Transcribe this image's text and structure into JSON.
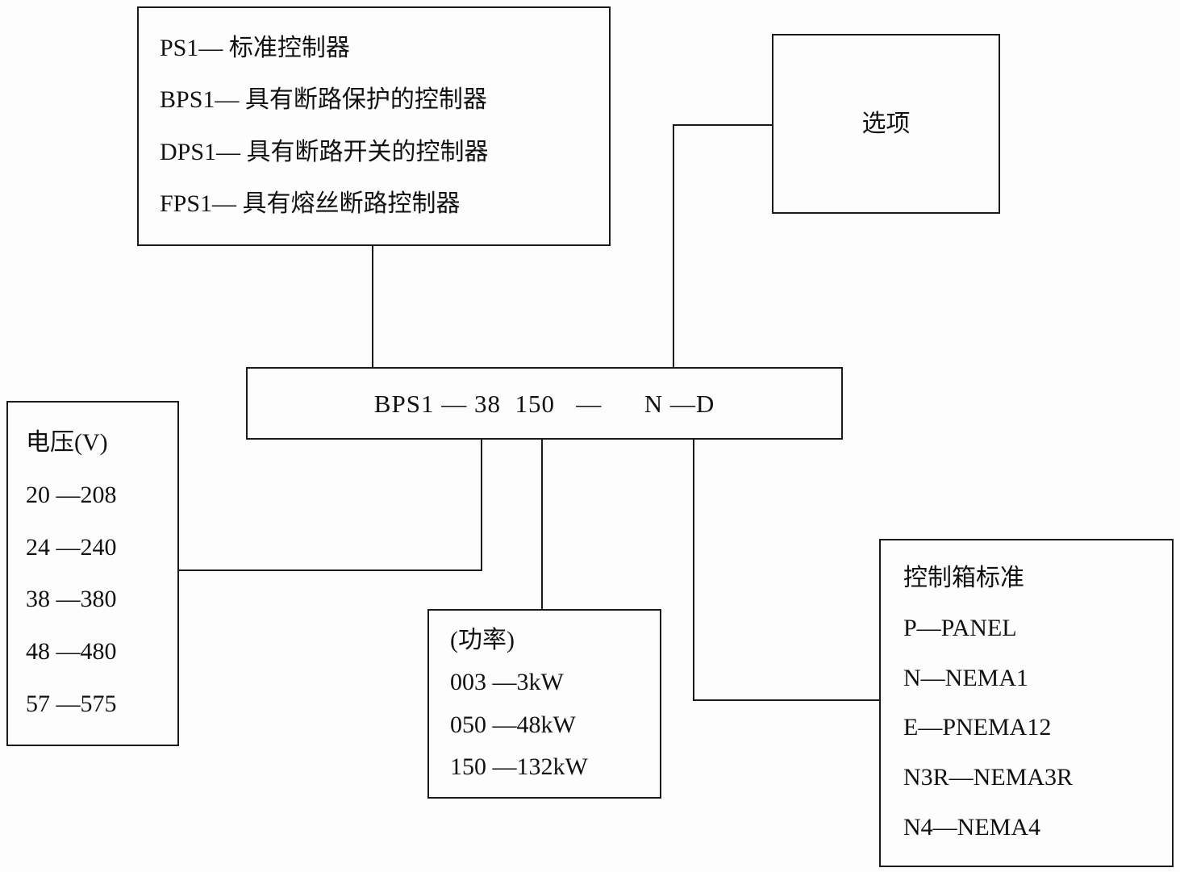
{
  "diagram": {
    "controller_types": {
      "items": [
        "PS1— 标准控制器",
        "BPS1— 具有断路保护的控制器",
        "DPS1— 具有断路开关的控制器",
        "FPS1— 具有熔丝断路控制器"
      ]
    },
    "options": {
      "label": "选项"
    },
    "model_code": {
      "text": "BPS1 — 38  150   —      N —D"
    },
    "voltage": {
      "title": "电压(V)",
      "items": [
        "20 —208",
        "24 —240",
        "38 —380",
        "48 —480",
        "57 —575"
      ]
    },
    "power": {
      "title": "(功率)",
      "items": [
        "003 —3kW",
        "050 —48kW",
        "150 —132kW"
      ]
    },
    "enclosure": {
      "title": "控制箱标准",
      "items": [
        "P—PANEL",
        "N—NEMA1",
        "E—PNEMA12",
        "N3R—NEMA3R",
        "N4—NEMA4"
      ]
    },
    "colors": {
      "line": "#1a1a1a",
      "background": "#fdfdfd"
    }
  }
}
